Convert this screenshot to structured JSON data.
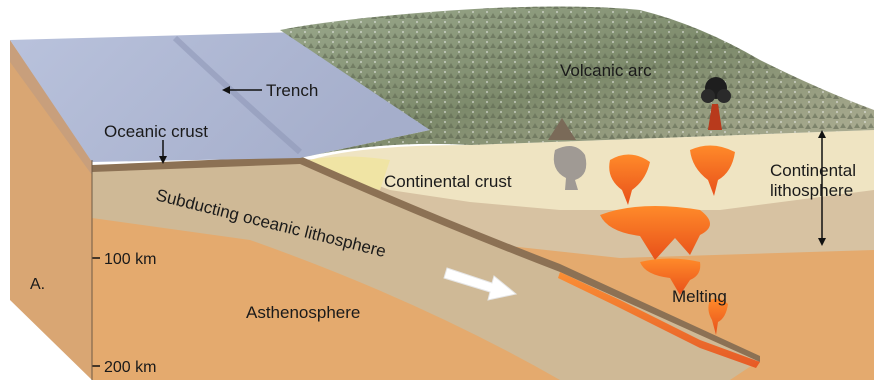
{
  "figure": {
    "panel_label": "A.",
    "labels": {
      "trench": "Trench",
      "oceanic_crust": "Oceanic crust",
      "volcanic_arc": "Volcanic arc",
      "continental_crust": "Continental crust",
      "continental_lithosphere": "Continental\nlithosphere",
      "subducting_oceanic_lithosphere": "Subducting oceanic lithosphere",
      "asthenosphere": "Asthenosphere",
      "melting": "Melting"
    },
    "depth_ticks": [
      "100 km",
      "200 km"
    ]
  },
  "colors": {
    "ocean": "#aeb6d2",
    "mountains": "#8a9a7a",
    "crust_pale": "#efe4c2",
    "lithosphere": "#d7c2a2",
    "asthenosphere": "#e4aa6e",
    "magma": "#f26a1b",
    "arrow": "#ffffff"
  }
}
